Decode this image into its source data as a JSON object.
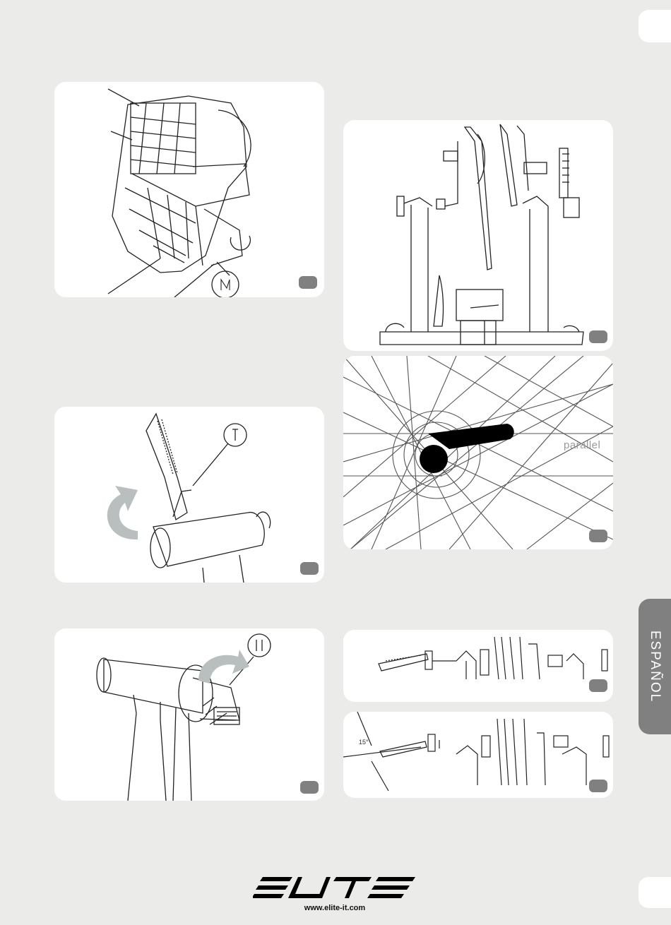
{
  "side_tab": {
    "language": "ESPAÑOL"
  },
  "figures": {
    "wheel_hub": {
      "callout": "parallel"
    },
    "angle_view": {
      "angle": "15°"
    }
  },
  "footer": {
    "url": "www.elite-it.com"
  },
  "colors": {
    "page_bg": "#ebebea",
    "panel_bg": "#ffffff",
    "tab_gray": "#808080"
  }
}
